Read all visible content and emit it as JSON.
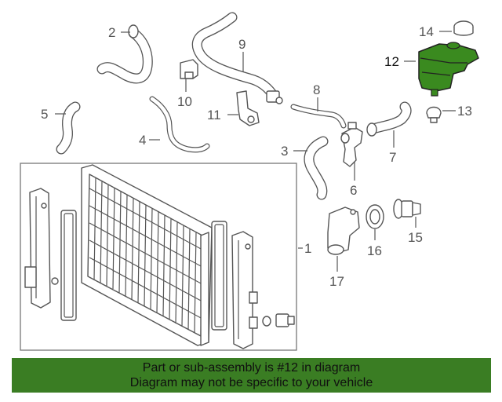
{
  "diagram": {
    "callouts": {
      "c1": "1",
      "c2": "2",
      "c3": "3",
      "c4": "4",
      "c5": "5",
      "c6": "6",
      "c7": "7",
      "c8": "8",
      "c9": "9",
      "c10": "10",
      "c11": "11",
      "c12": "12",
      "c13": "13",
      "c14": "14",
      "c15": "15",
      "c16": "16",
      "c17": "17"
    },
    "highlighted_part": "12",
    "highlight_color": "#3a8a1f"
  },
  "banner": {
    "line1": "Part or sub-assembly is #12 in diagram",
    "line2": "Diagram may not be specific to your vehicle",
    "background": "#3a7d23"
  }
}
